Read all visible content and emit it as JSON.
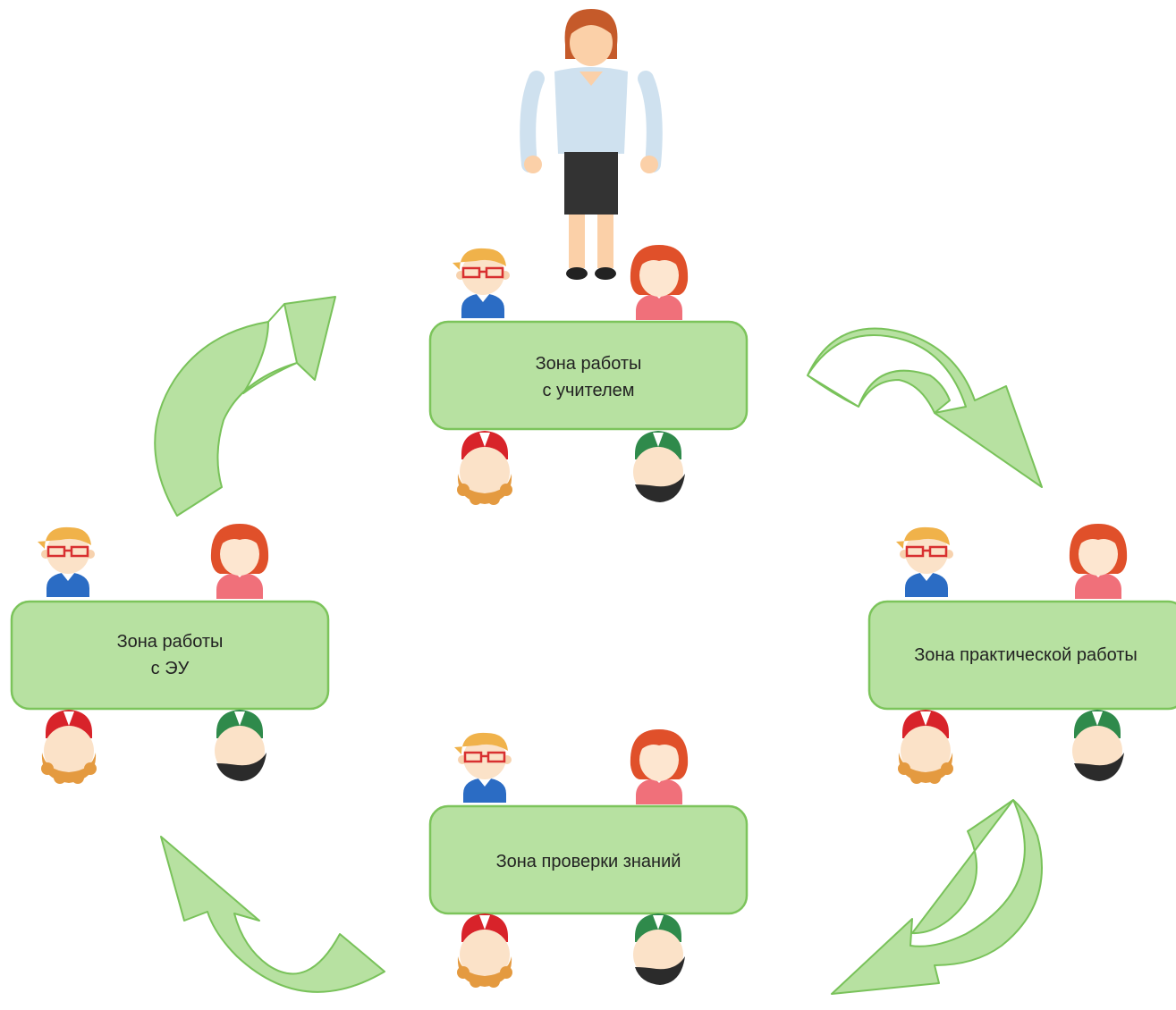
{
  "zones": {
    "teacher": {
      "line1": "Зона работы",
      "line2": "с учителем"
    },
    "eu": {
      "line1": "Зона работы",
      "line2": "с ЭУ"
    },
    "practical": {
      "label": "Зона практической работы"
    },
    "check": {
      "label": "Зона проверки знаний"
    }
  },
  "colors": {
    "zone_fill": "#b7e1a1",
    "zone_stroke": "#7cc45b",
    "arrow_fill": "#b7e1a1",
    "arrow_stroke": "#79c25a"
  }
}
